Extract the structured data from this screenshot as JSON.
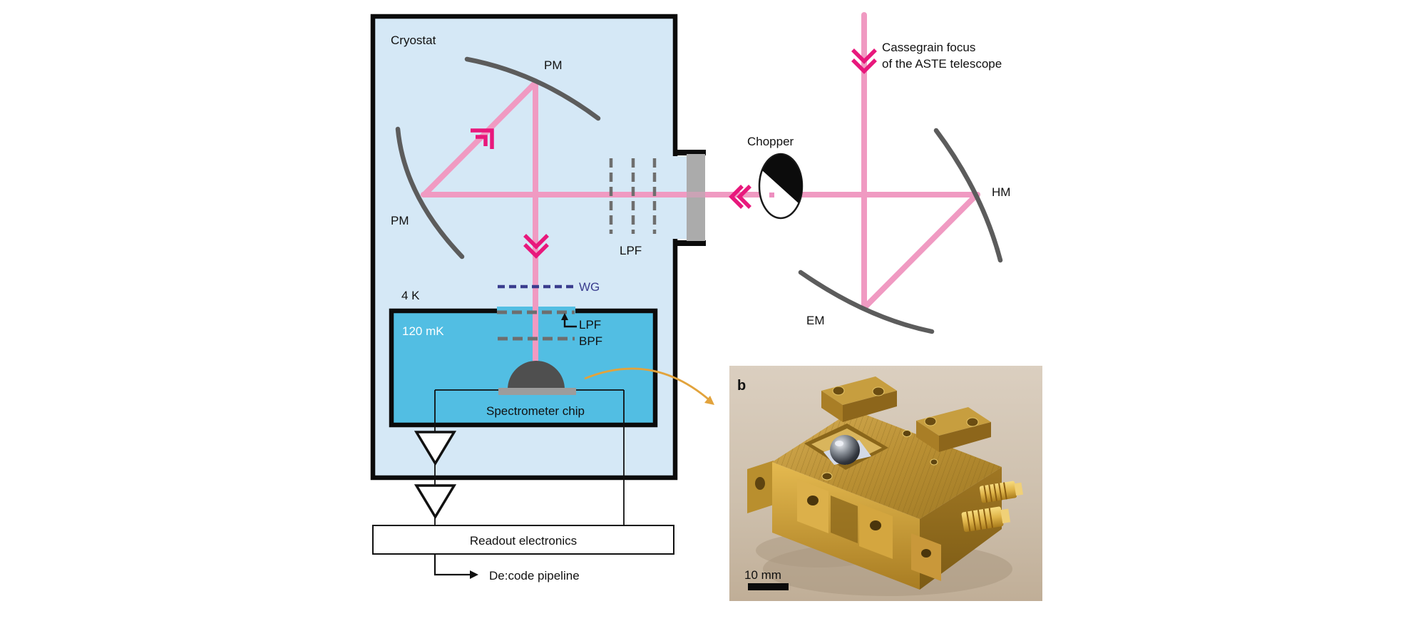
{
  "figure": {
    "panel_a": {
      "cryostat": "Cryostat",
      "pm_top": "PM",
      "pm_left": "PM",
      "lpf_window": "LPF",
      "wg": "WG",
      "lpf_chip": "LPF",
      "bpf": "BPF",
      "stage_4k": "4 K",
      "stage_120mk": "120 mK",
      "spectrometer_chip": "Spectrometer chip",
      "readout": "Readout electronics",
      "pipeline": "De:code pipeline",
      "chopper": "Chopper",
      "cassegrain_1": "Cassegrain focus",
      "cassegrain_2": "of the ASTE telescope",
      "hm": "HM",
      "em": "EM"
    },
    "panel_b": {
      "label": "b",
      "scale": "10 mm"
    },
    "colors": {
      "beam_pink": "#f09ac2",
      "arrow_magenta": "#e8187c",
      "cryostat_fill": "#d5e8f6",
      "stage_120mk_fill": "#52bee3",
      "wg_navy": "#3a3d8e",
      "mirror_gray": "#5c5c5c",
      "filter_gray": "#6e6e6e",
      "window_gray": "#ababab",
      "annotation_orange": "#e2a33c",
      "gold": "#c79e3f",
      "photo_background": "#cfc1ae"
    }
  }
}
